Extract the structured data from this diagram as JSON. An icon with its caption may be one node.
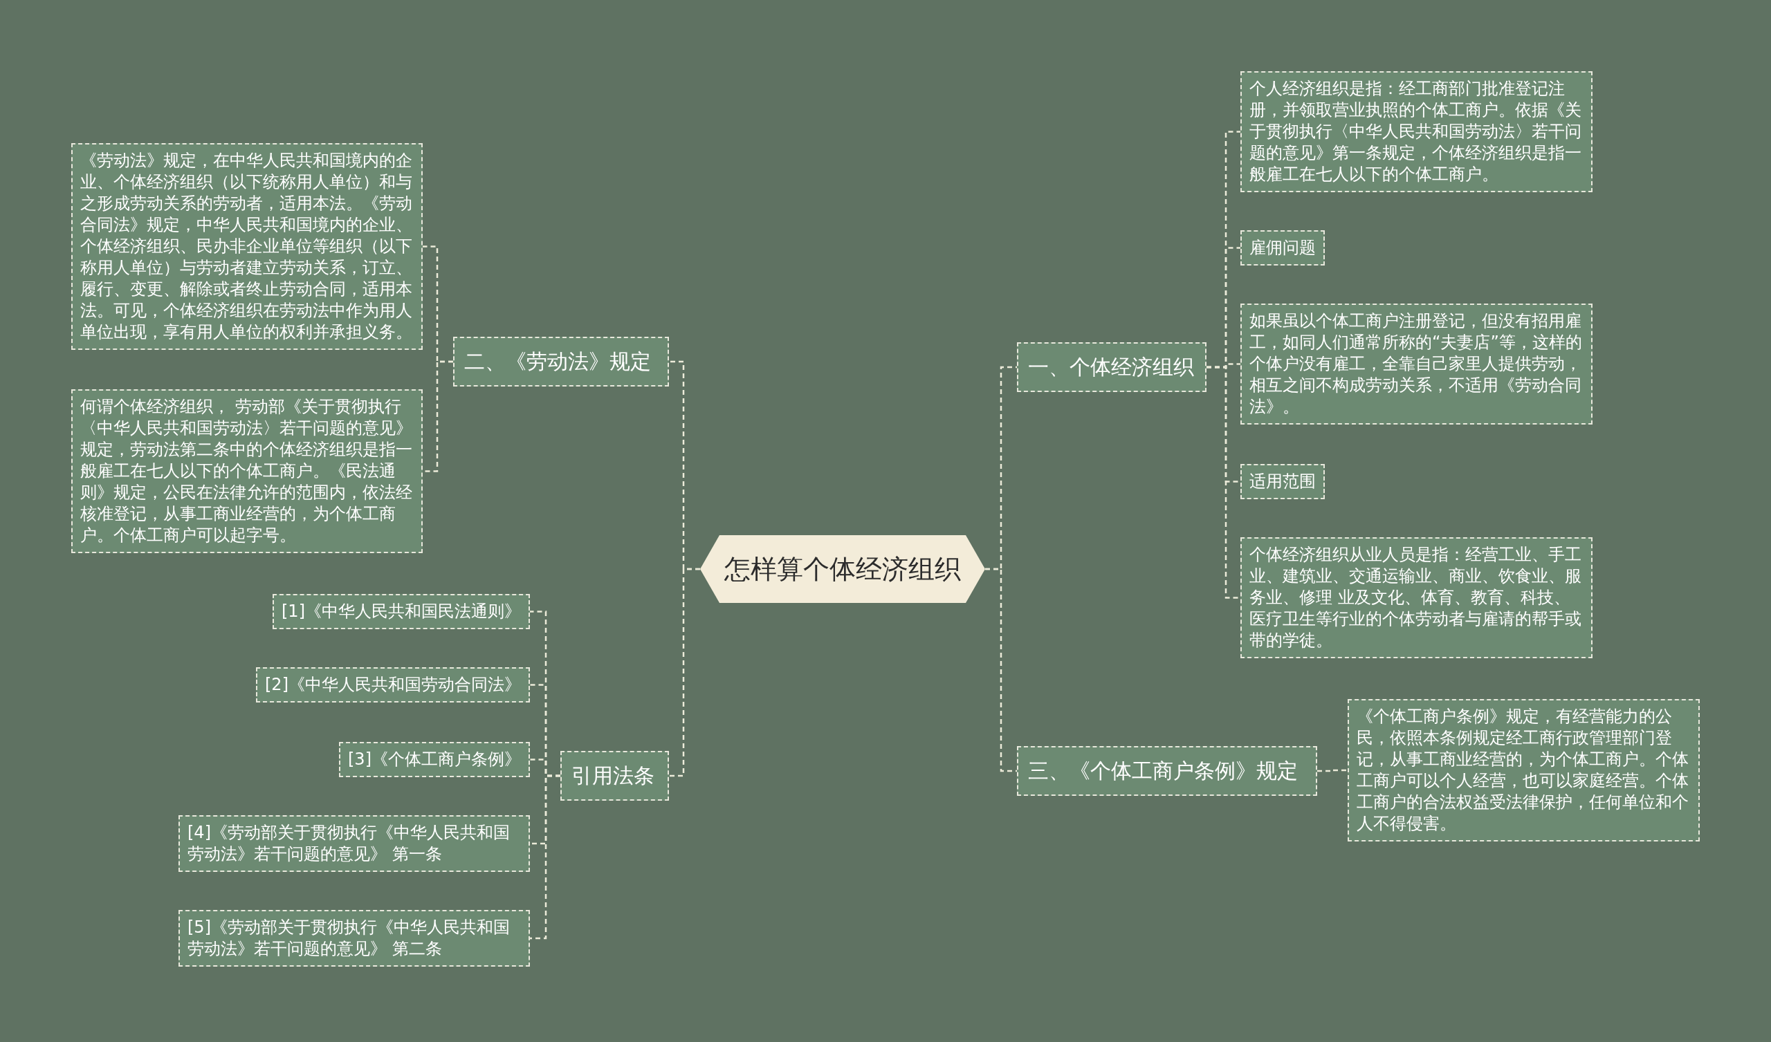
{
  "diagram": {
    "nodes": [
      {
        "text": [
          "怎样算个体经济组织"
        ]
      },
      {
        "text": [
          "一、个体经济组织"
        ]
      },
      {
        "text": [
          "个人经济组织是指：经工商部门批准登记注册，并领取营业执照的个体工商户。依据《关于贯彻执行〈中华人民共和国劳动法〉若干问题的意见》第一条规定，个体经济组织是指一般雇工在七人以下的个体工商户。"
        ]
      },
      {
        "text": [
          "雇佣问题"
        ]
      },
      {
        "text": [
          "如果虽以个体工商户注册登记，但没有招用雇工，如同人们通常所称的“夫妻店”等，这样的个体户没有雇工，全靠自己家里人提供劳动，相互之间不构成劳动关系，不适用《劳动合同法》。"
        ]
      },
      {
        "text": [
          "适用范围"
        ]
      },
      {
        "text": [
          "个体经济组织从业人员是指：经营工业、手工业、建筑业、交通运输业、商业、饮食业、服务业、修理 业及文化、体育、教育、科技、医疗卫生等行业的个体劳动者与雇请的帮手或带的学徒。"
        ]
      },
      {
        "text": [
          "三、《个体工商户条例》规定"
        ]
      },
      {
        "text": [
          "《个体工商户条例》规定，有经营能力的公民，依照本条例规定经工商行政管理部门登记，从事工商业经营的，为个体工商户。个体工商户可以个人经营，也可以家庭经营。个体工商户的合法权益受法律保护，任何单位和个人不得侵害。"
        ]
      },
      {
        "text": [
          "二、《劳动法》规定"
        ]
      },
      {
        "text": [
          "《劳动法》规定，在中华人民共和国境内的企业、个体经济组织（以下统称用人单位）和与之形成劳动关系的劳动者，适用本法。《劳动合同法》规定，中华人民共和国境内的企业、个体经济组织、民办非企业单位等组织（以下称用人单位）与劳动者建立劳动关系，订立、履行、变更、解除或者终止劳动合同，适用本法。可见，个体经济组织在劳动法中作为用人单位出现，享有用人单位的权利并承担义务。"
        ]
      },
      {
        "text": [
          "何谓个体经济组织， 劳动部《关于贯彻执行〈中华人民共和国劳动法〉若干问题的意见》规定，劳动法第二条中的个体经济组织是指一般雇工在七人以下的个体工商户。《民法通则》规定，公民在法律允许的范围内，依法经核准登记，从事工商业经营的，为个体工商户。个体工商户可以起字号。"
        ]
      },
      {
        "text": [
          "引用法条"
        ]
      },
      {
        "text": [
          "[1]《中华人民共和国民法通则》"
        ]
      },
      {
        "text": [
          "[2]《中华人民共和国劳动合同法》"
        ]
      },
      {
        "text": [
          "[3]《个体工商户条例》"
        ]
      },
      {
        "text": [
          "[4]《劳动部关于贯彻执行《中华人民共和国劳动法》若干问题的意见》 第一条"
        ]
      },
      {
        "text": [
          "[5]《劳动部关于贯彻执行《中华人民共和国劳动法》若干问题的意见》 第二条"
        ]
      }
    ],
    "edges": [
      {
        "from": 0,
        "to": 1,
        "arrow": "none"
      },
      {
        "from": 1,
        "to": 2,
        "arrow": "none"
      },
      {
        "from": 1,
        "to": 3,
        "arrow": "none"
      },
      {
        "from": 1,
        "to": 4,
        "arrow": "none"
      },
      {
        "from": 1,
        "to": 5,
        "arrow": "none"
      },
      {
        "from": 1,
        "to": 6,
        "arrow": "none"
      },
      {
        "from": 0,
        "to": 7,
        "arrow": "none"
      },
      {
        "from": 7,
        "to": 8,
        "arrow": "none"
      },
      {
        "from": 0,
        "to": 9,
        "arrow": "none"
      },
      {
        "from": 9,
        "to": 10,
        "arrow": "none"
      },
      {
        "from": 9,
        "to": 11,
        "arrow": "none"
      },
      {
        "from": 0,
        "to": 12,
        "arrow": "none"
      },
      {
        "from": 12,
        "to": 13,
        "arrow": "none"
      },
      {
        "from": 12,
        "to": 14,
        "arrow": "none"
      },
      {
        "from": 12,
        "to": 15,
        "arrow": "none"
      },
      {
        "from": 12,
        "to": 16,
        "arrow": "none"
      },
      {
        "from": 12,
        "to": 17,
        "arrow": "none"
      }
    ]
  }
}
